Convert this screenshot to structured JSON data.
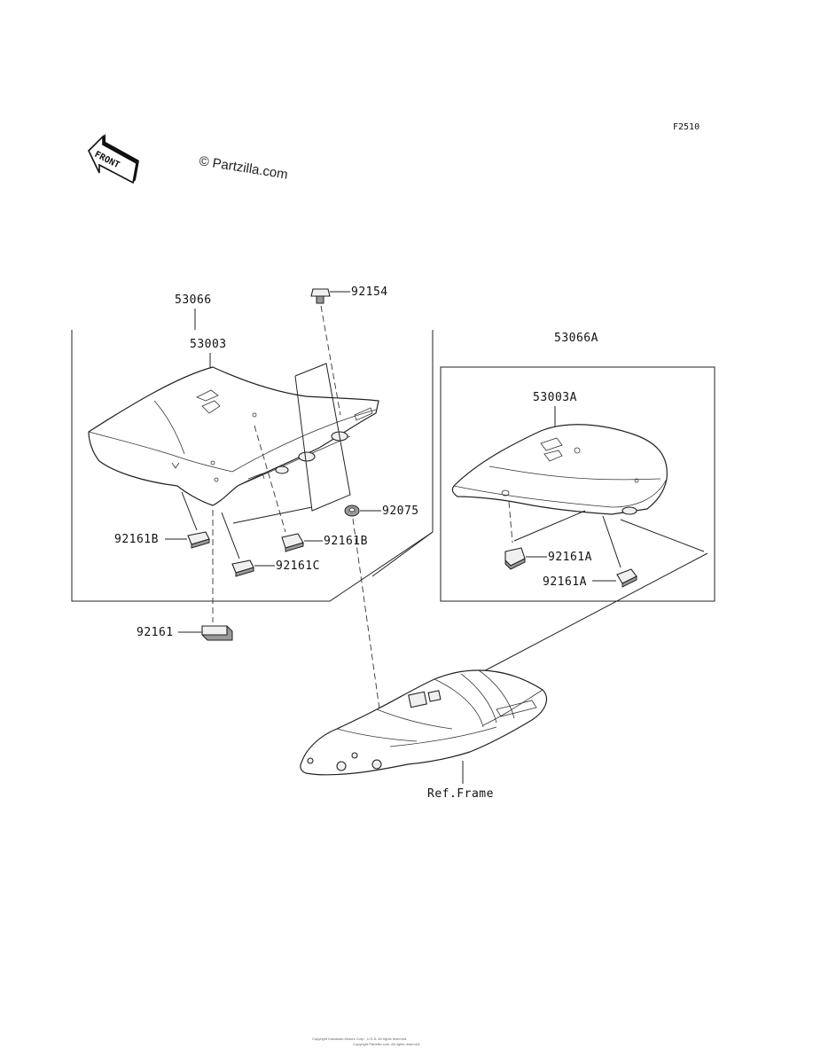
{
  "figure_code": "F2510",
  "front_label": "FRONT",
  "watermark": "© Partzilla.com",
  "parts": {
    "seat_assembly": "53066",
    "seat_assembly_alt": "53066A",
    "seat": "53003",
    "seat_alt": "53003A",
    "bolt": "92154",
    "nut": "92075",
    "damper": "92161",
    "damper_b_left": "92161B",
    "damper_b_right": "92161B",
    "damper_c": "92161C",
    "damper_a_upper": "92161A",
    "damper_a_lower": "92161A"
  },
  "reference": "Ref.Frame",
  "footer": {
    "line1": "Copyright Kawasaki Motors Corp., U.S.A. All rights reserved.",
    "line2": "Copyright Partzilla.com. All rights reserved."
  }
}
